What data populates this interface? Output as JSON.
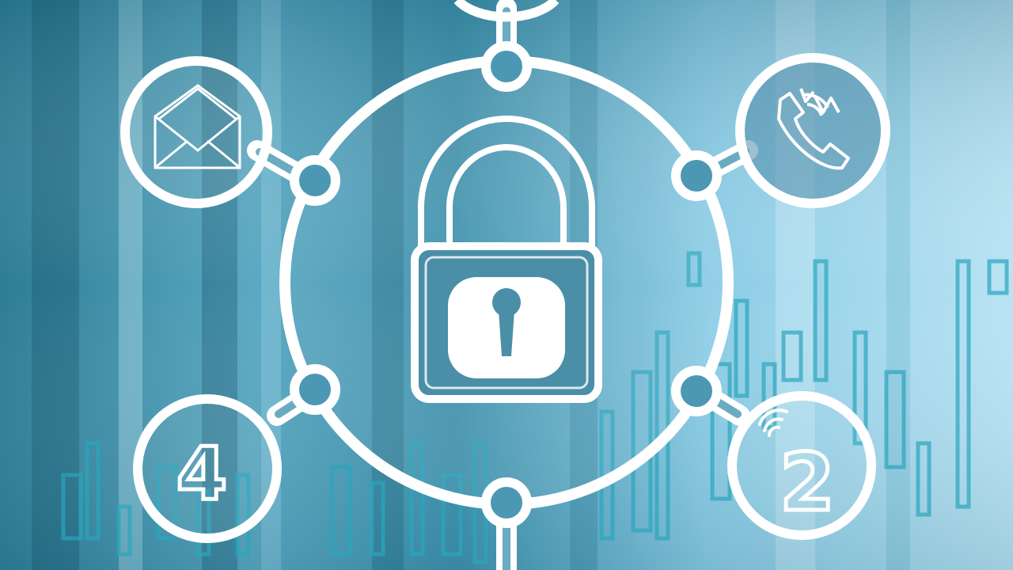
{
  "scene": {
    "subject": "security-network-illustration",
    "colors": {
      "background_dark": "#1f6f86",
      "background_mid": "#4a9dbb",
      "background_light": "#a9dcef",
      "line": "#ffffff",
      "chart_line": "#2aa6bd"
    },
    "center": {
      "icon": "padlock-icon"
    },
    "nodes": [
      {
        "id": "top",
        "icon": "partial-circle",
        "label": ""
      },
      {
        "id": "top-left",
        "icon": "envelope-icon",
        "label": ""
      },
      {
        "id": "top-right",
        "icon": "phone-icon",
        "label": ""
      },
      {
        "id": "bottom-left",
        "icon": "digit",
        "label": "4"
      },
      {
        "id": "bottom-right",
        "icon": "digit-with-signal",
        "label": "2"
      }
    ]
  }
}
